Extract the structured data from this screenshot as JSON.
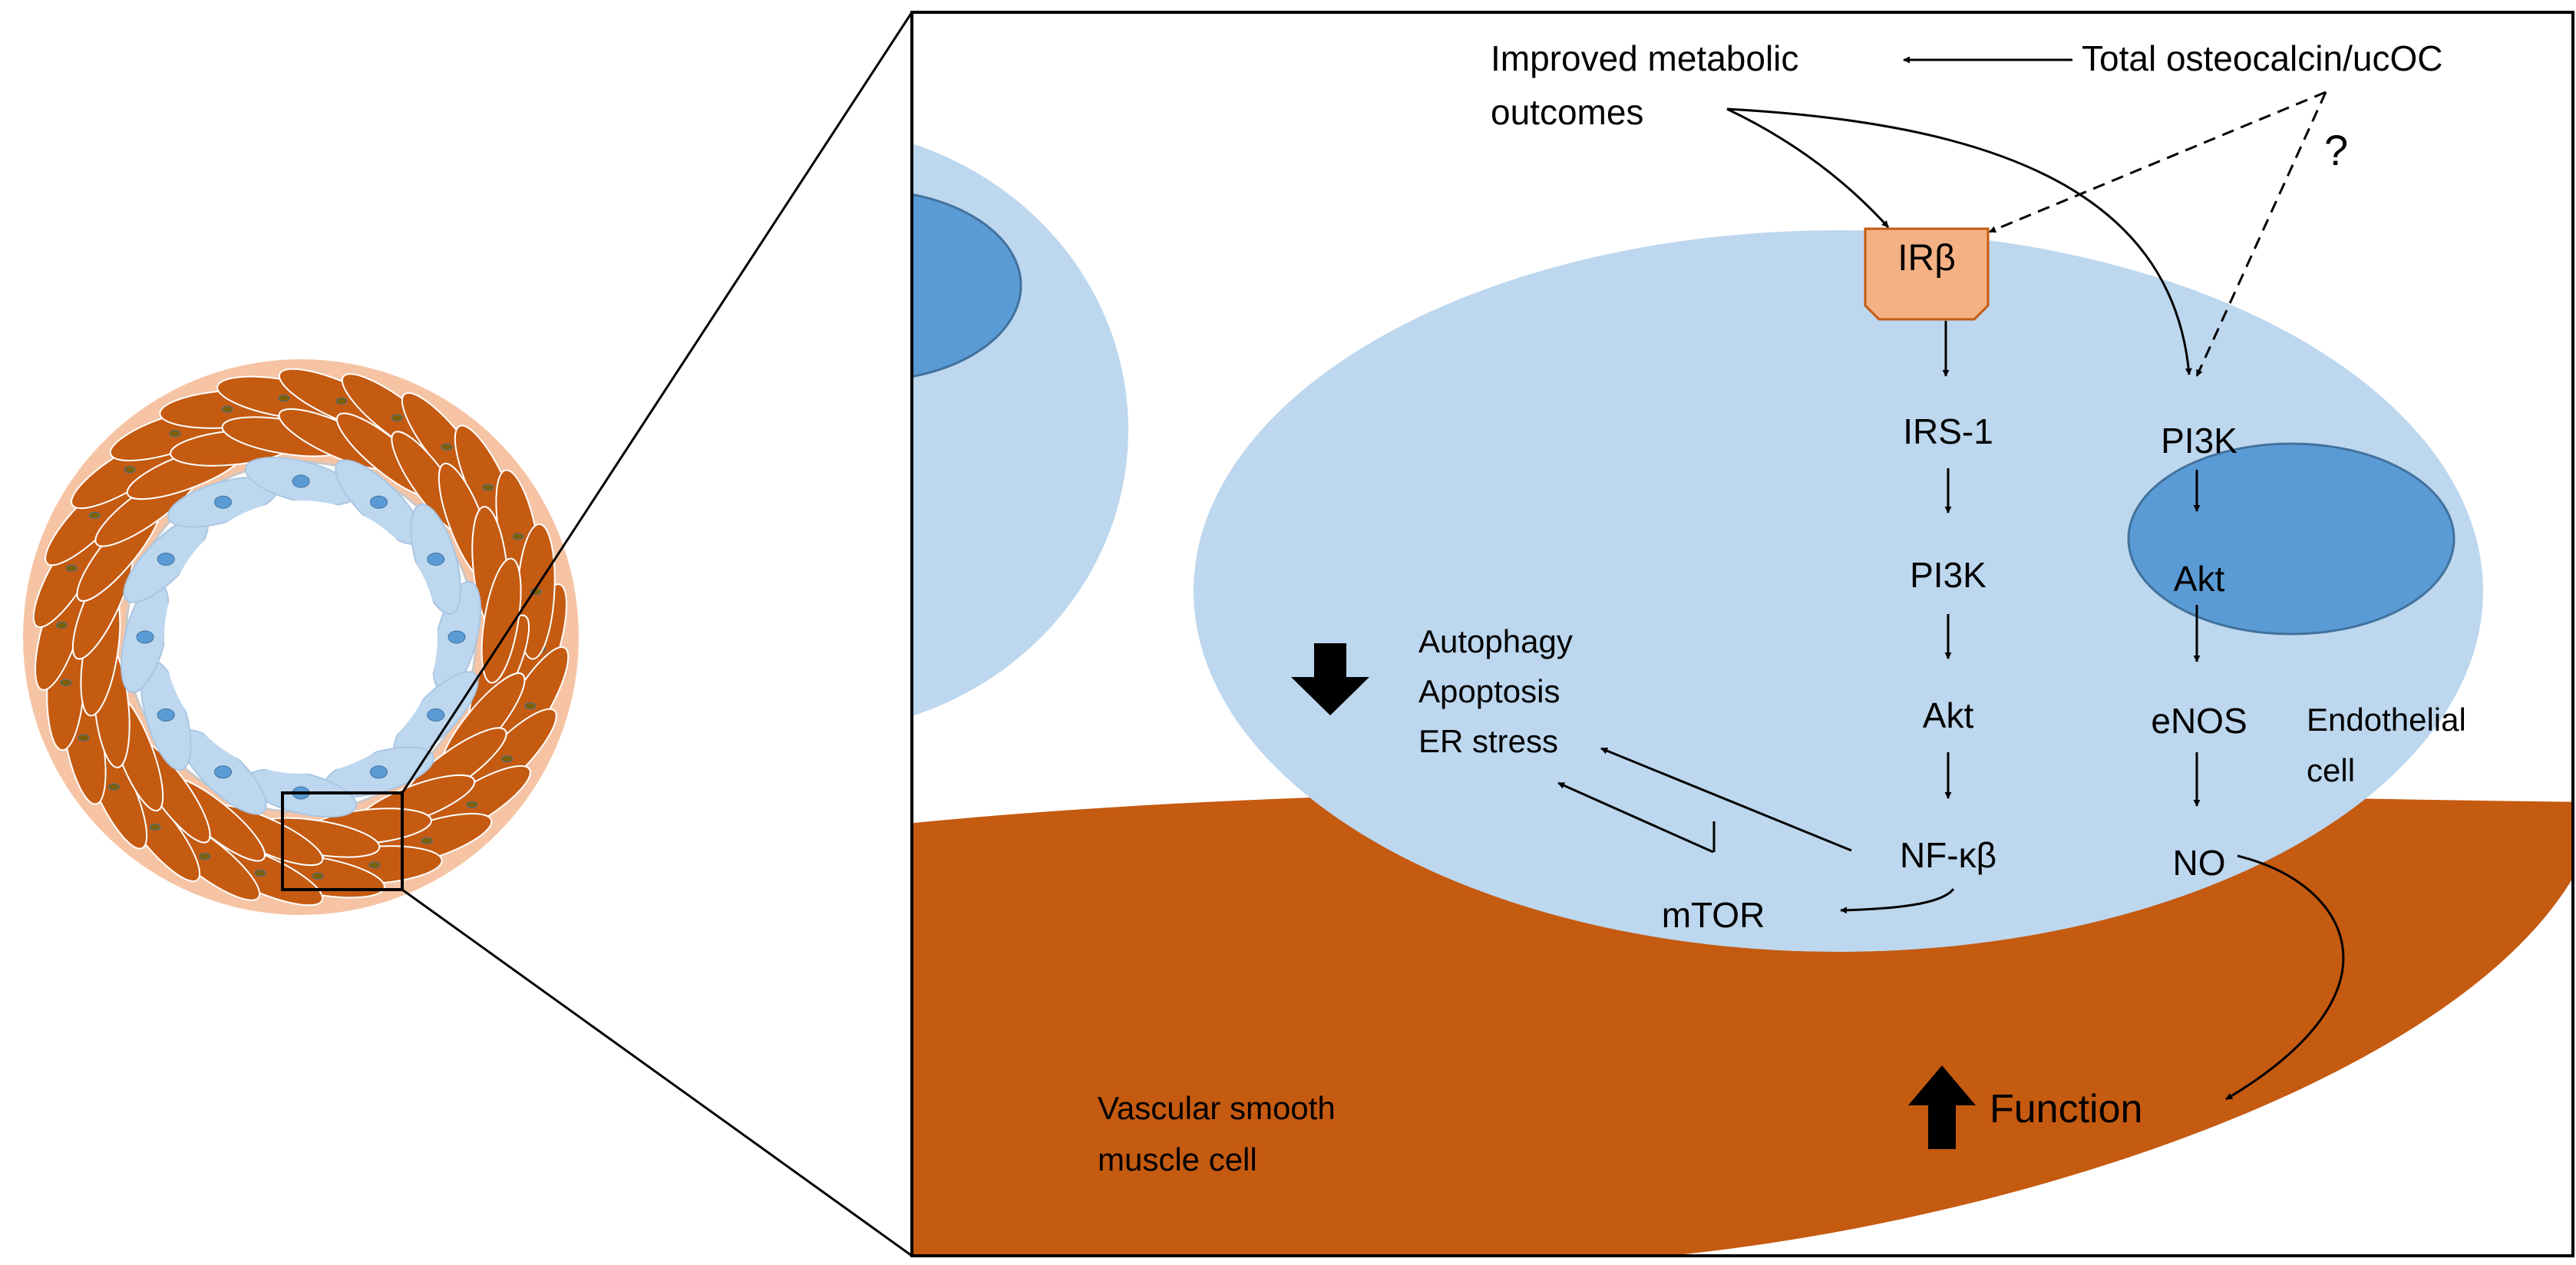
{
  "labels": {
    "improved_line1": "Improved metabolic",
    "improved_line2": "outcomes",
    "total_oc": "Total osteocalcin/ucOC",
    "question": "?",
    "ir_beta": "IRβ",
    "irs1": "IRS-1",
    "pi3k_left": "PI3K",
    "akt_left": "Akt",
    "nfkb": "NF-κβ",
    "mtor": "mTOR",
    "pi3k_right": "PI3K",
    "akt_right": "Akt",
    "enos": "eNOS",
    "no": "NO",
    "autophagy": "Autophagy",
    "apoptosis": "Apoptosis",
    "er_stress": "ER stress",
    "endothelial_line1": "Endothelial",
    "endothelial_line2": "cell",
    "function": "Function",
    "vsmc_line1": "Vascular smooth",
    "vsmc_line2": "muscle cell"
  },
  "colors": {
    "adventitia": "#f6c4a4",
    "smooth_muscle": "#c55a11",
    "endothelium": "#bdd7ee",
    "nucleus": "#5b9bd5",
    "receptor": "#f4b183",
    "ink": "#000000"
  },
  "icons": {
    "down_arrow": "thick-down-arrow-icon",
    "up_arrow": "thick-up-arrow-icon"
  }
}
